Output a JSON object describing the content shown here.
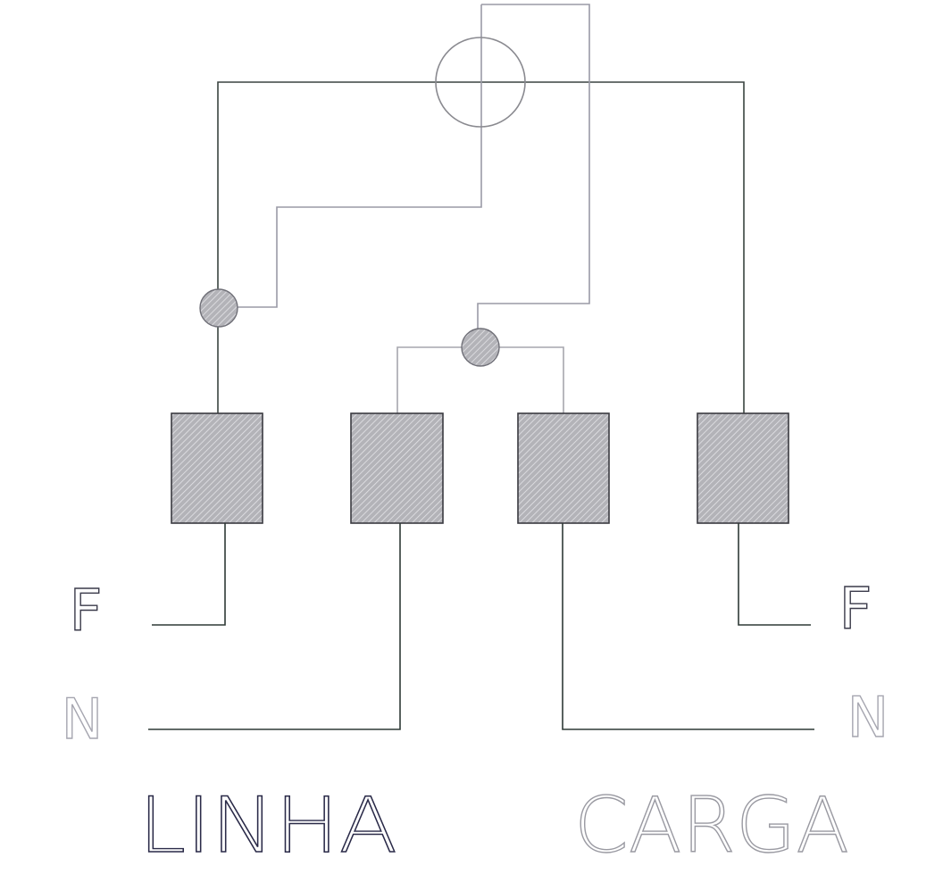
{
  "labels": {
    "line_side_phase": "F",
    "line_side_neutral": "N",
    "load_side_phase": "F",
    "load_side_neutral": "N",
    "line_caption": "LINHA",
    "load_caption": "CARGA"
  },
  "colors": {
    "wire_dark": "#2f3a36",
    "wire_light": "#9a9aa6",
    "terminal_fill": "#b3b3b8",
    "terminal_hatch": "#e2e2e6",
    "circle_stroke": "#8a8a90",
    "letter_dark": "#2a2a48",
    "letter_light": "#9a9aa2"
  }
}
